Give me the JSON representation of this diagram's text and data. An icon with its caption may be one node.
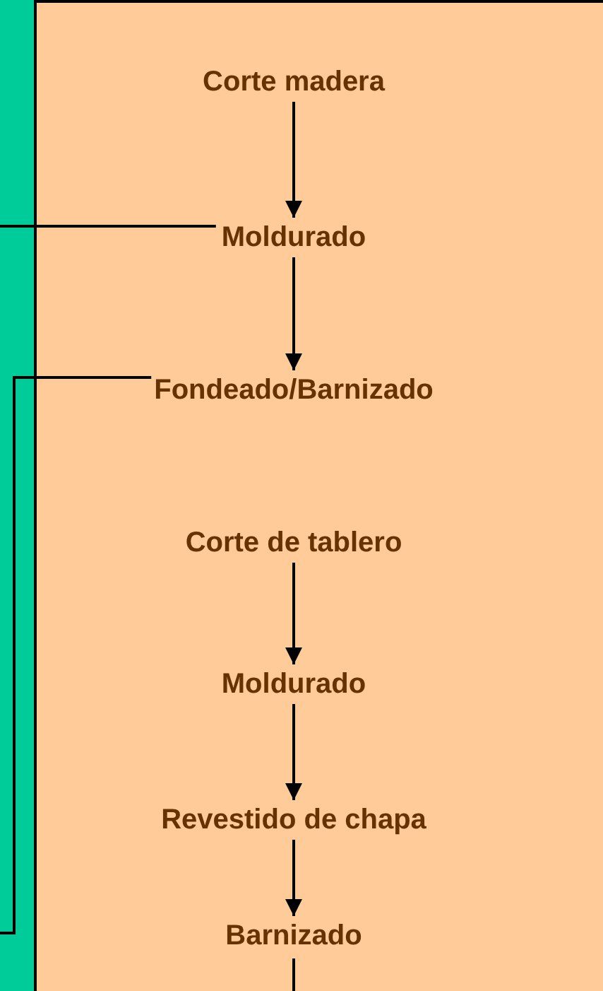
{
  "diagram": {
    "nodes": [
      {
        "text": [
          "Corte madera"
        ]
      },
      {
        "text": [
          "Moldurado"
        ]
      },
      {
        "text": [
          "Fondeado/Barnizado"
        ]
      },
      {
        "text": [
          "Corte de tablero"
        ]
      },
      {
        "text": [
          "Moldurado"
        ]
      },
      {
        "text": [
          "Revestido de chapa"
        ]
      },
      {
        "text": [
          "Barnizado"
        ]
      }
    ],
    "edges": [
      {
        "from": 0,
        "to": 1,
        "arrow": "to"
      },
      {
        "from": 1,
        "to": 2,
        "arrow": "to"
      },
      {
        "from": 3,
        "to": 4,
        "arrow": "to"
      },
      {
        "from": 4,
        "to": 5,
        "arrow": "to"
      },
      {
        "from": 5,
        "to": 6,
        "arrow": "to"
      },
      {
        "from": 6,
        "to": null,
        "arrow": "none"
      },
      {
        "from": null,
        "to": 1,
        "arrow": "none"
      },
      {
        "from": 2,
        "to": null,
        "arrow": "none"
      }
    ]
  }
}
